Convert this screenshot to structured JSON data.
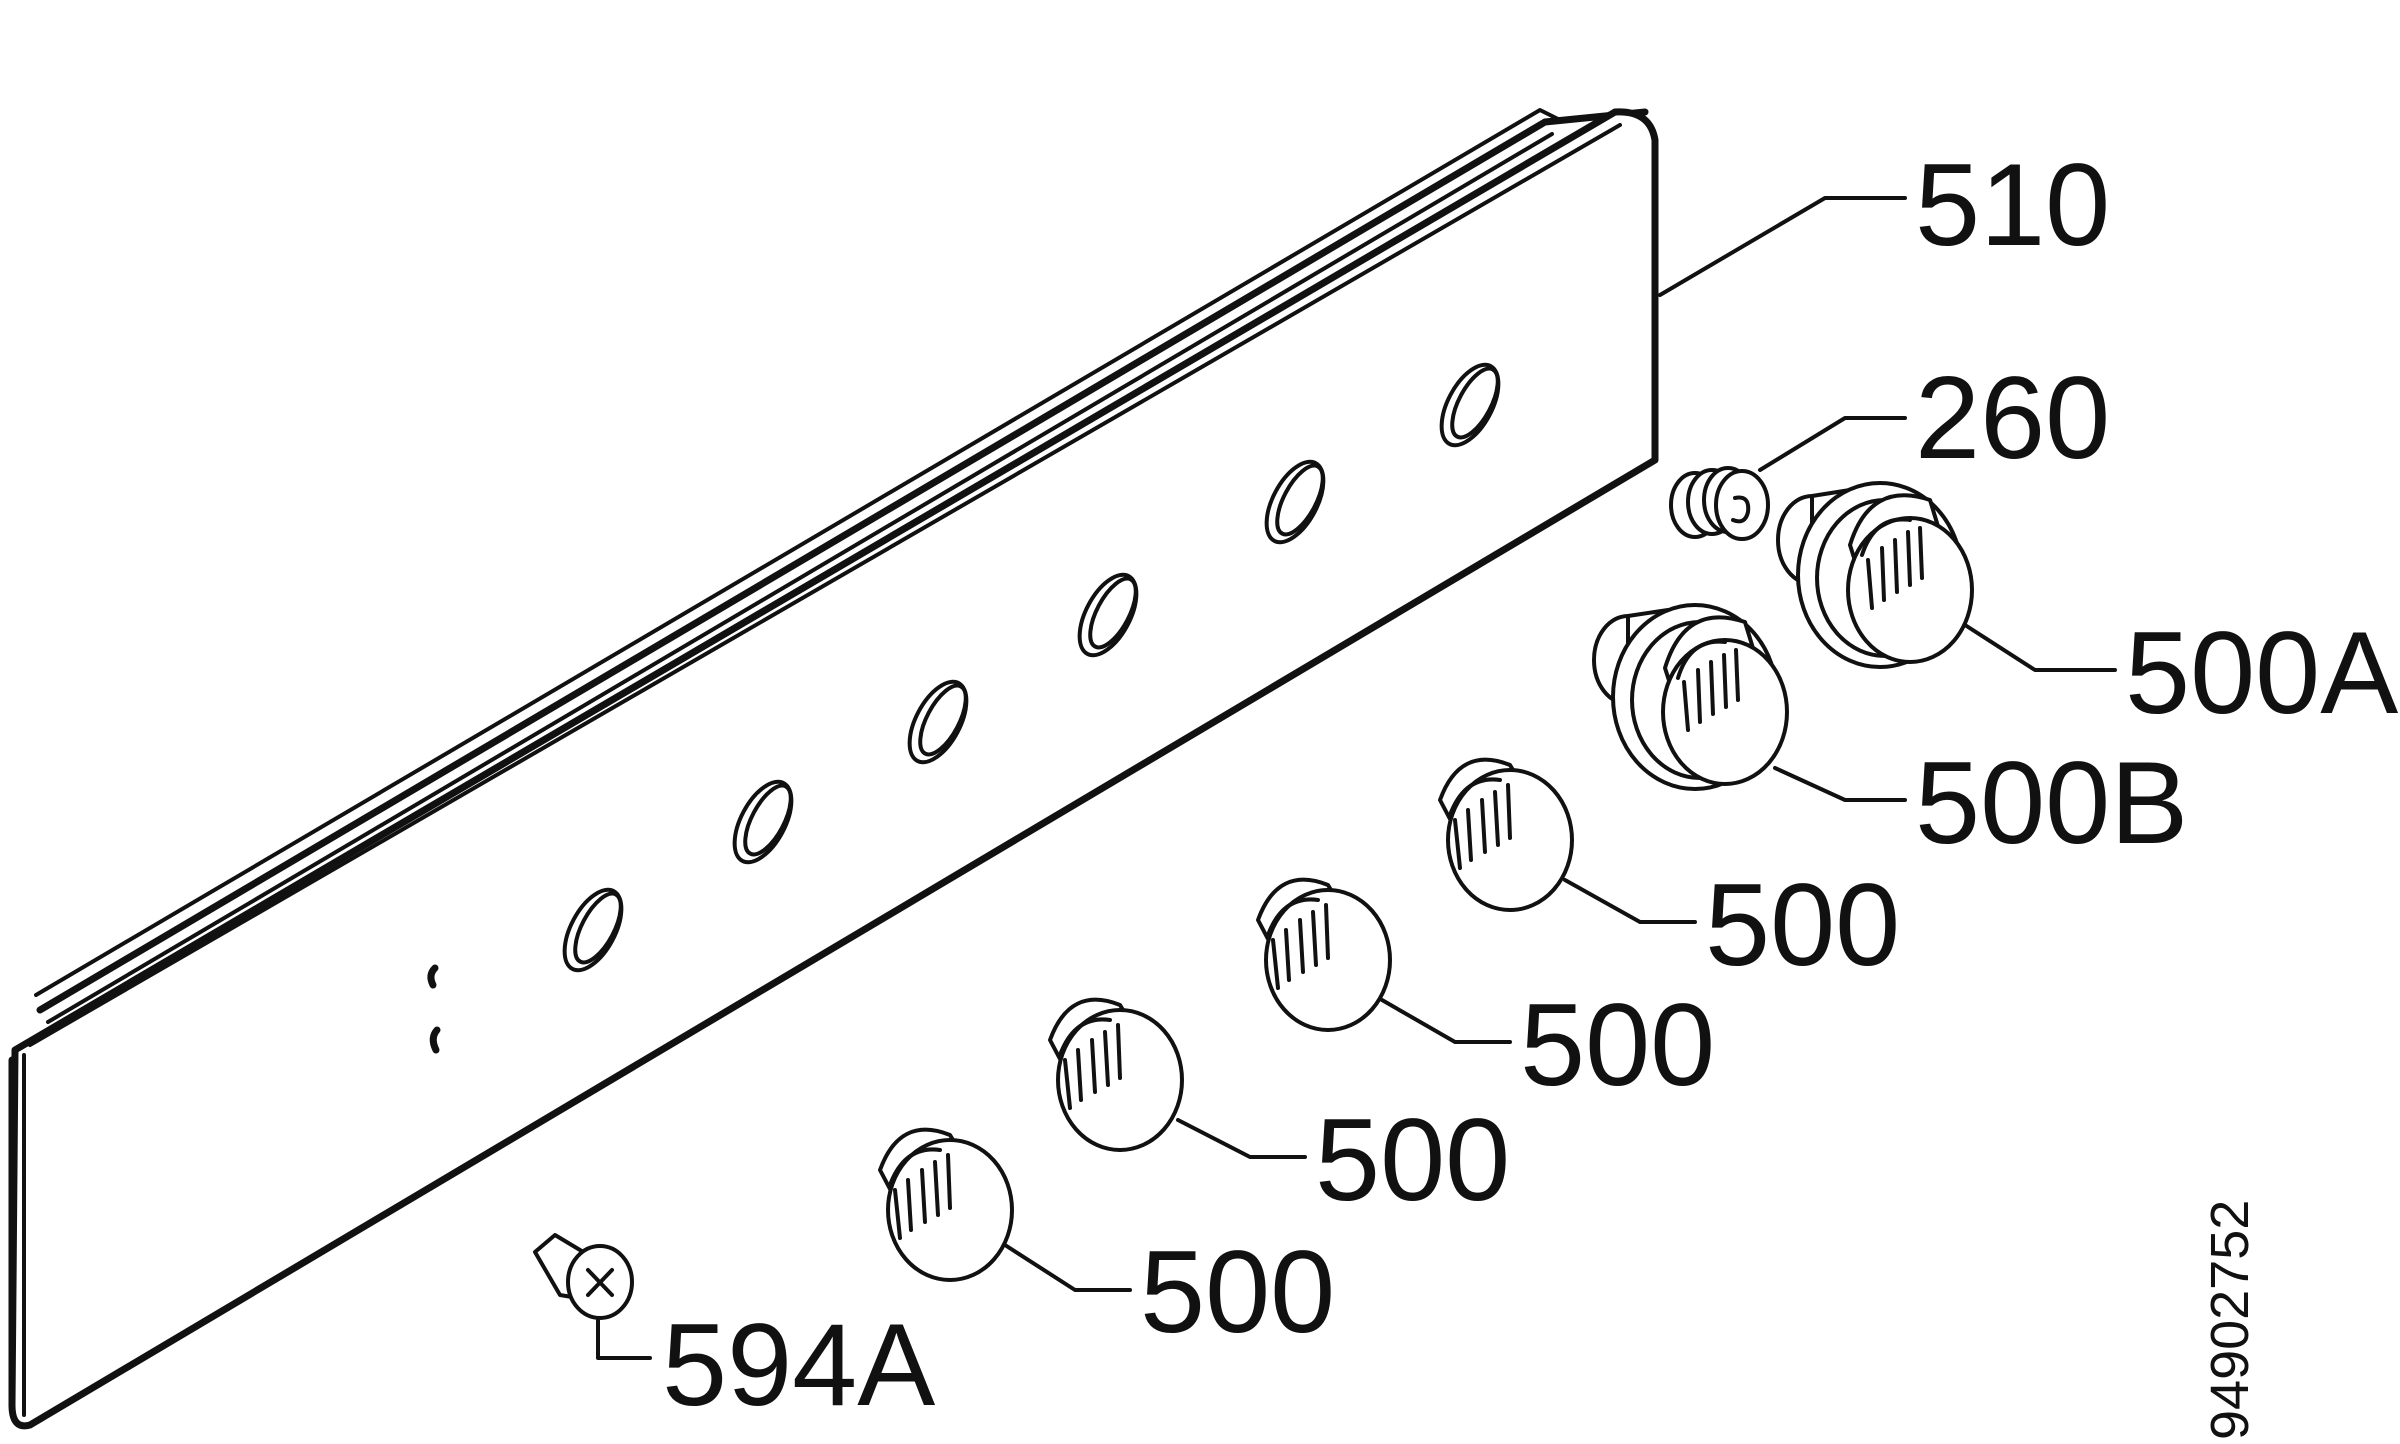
{
  "labels": {
    "panel": "510",
    "spring": "260",
    "knob_a": "500A",
    "knob_b": "500B",
    "knob_1": "500",
    "knob_2": "500",
    "knob_3": "500",
    "knob_4": "500",
    "screw": "594A"
  },
  "document_number": "94902752"
}
